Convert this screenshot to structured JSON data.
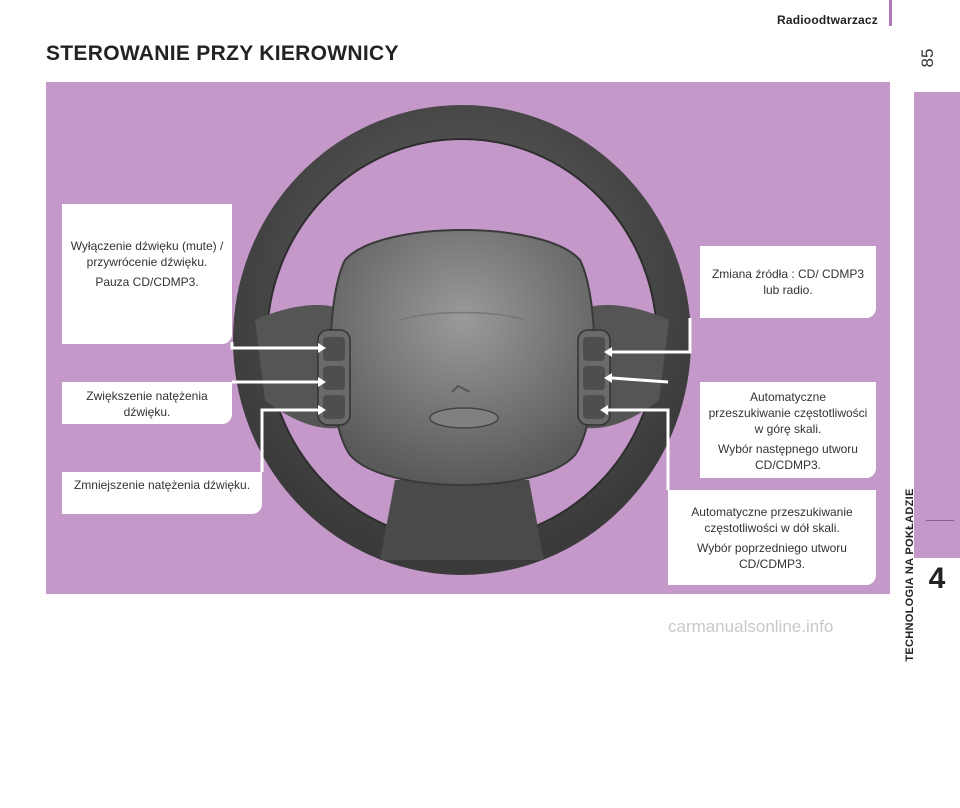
{
  "header": {
    "section": "Radioodtwarzacz",
    "page_number": "85"
  },
  "title": "STEROWANIE PRZY KIEROWNICY",
  "side_tab": {
    "label": "TECHNOLOGIA NA POKŁADZIE",
    "chapter": "4"
  },
  "callouts": {
    "mute": {
      "line1": "Wyłączenie dźwięku (mute) / przywrócenie dźwięku.",
      "line2": "Pauza CD/CDMP3."
    },
    "volume_up": {
      "line1": "Zwiększenie natężenia dźwięku."
    },
    "volume_down": {
      "line1": "Zmniejszenie natężenia dźwięku."
    },
    "source": {
      "line1": "Zmiana źródła : CD/ CDMP3 lub radio."
    },
    "seek_up": {
      "line1": "Automatyczne przeszukiwanie częstotliwości w górę skali.",
      "line2": "Wybór następnego utworu CD/CDMP3."
    },
    "seek_down": {
      "line1": "Automatyczne przeszukiwanie częstotliwości w dół skali.",
      "line2": "Wybór poprzedniego utworu CD/CDMP3."
    }
  },
  "watermark": "carmanualsonline.info"
}
